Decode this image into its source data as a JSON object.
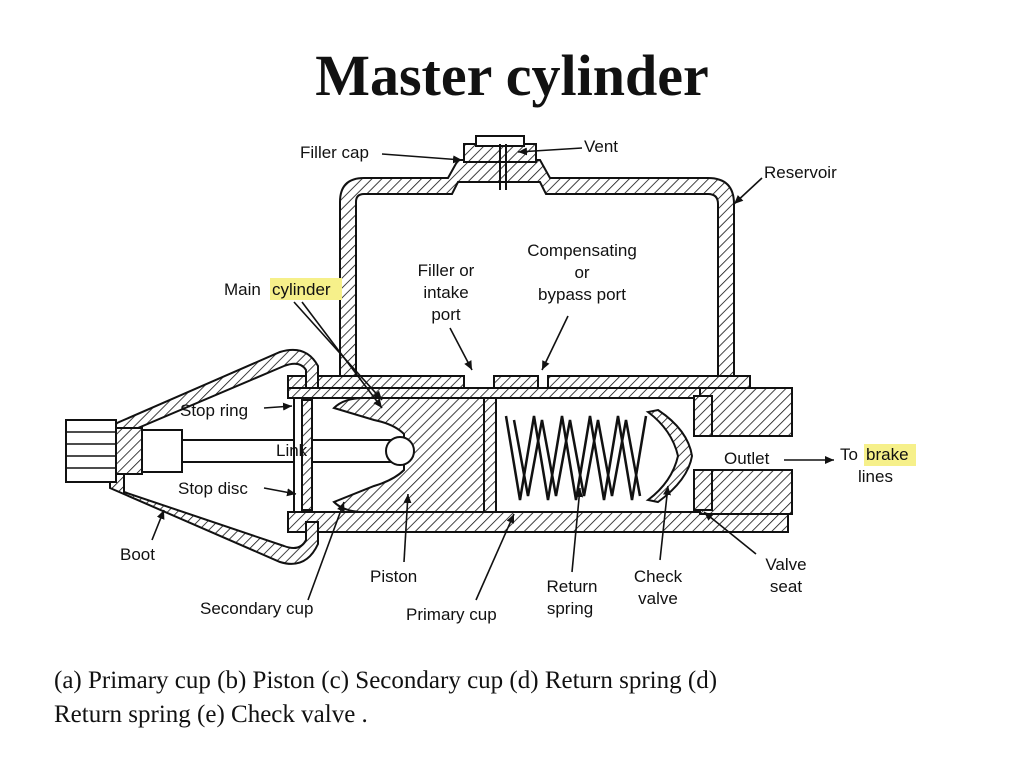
{
  "title": "Master cylinder",
  "labels": {
    "filler_cap": "Filler cap",
    "vent": "Vent",
    "reservoir": "Reservoir",
    "filler_port_1": "Filler or",
    "filler_port_2": "intake",
    "filler_port_3": "port",
    "comp_port_1": "Compensating",
    "comp_port_2": "or",
    "comp_port_3": "bypass port",
    "main_cylinder_a": "Main",
    "main_cylinder_b": "cylinder",
    "stop_ring": "Stop ring",
    "link": "Link",
    "stop_disc": "Stop disc",
    "boot": "Boot",
    "outlet": "Outlet",
    "to_brake_a": "To",
    "to_brake_b": "brake",
    "to_brake_c": "lines",
    "valve_seat_1": "Valve",
    "valve_seat_2": "seat",
    "check_valve_1": "Check",
    "check_valve_2": "valve",
    "return_spring_1": "Return",
    "return_spring_2": "spring",
    "piston": "Piston",
    "primary_cup": "Primary cup",
    "secondary_cup": "Secondary cup"
  },
  "caption": {
    "line1": "(a) Primary cup (b) Piston (c) Secondary cup (d) Return spring (d)",
    "line2": "Return spring (e) Check valve ."
  },
  "colors": {
    "ink": "#111111",
    "highlight": "#f6f08a"
  }
}
